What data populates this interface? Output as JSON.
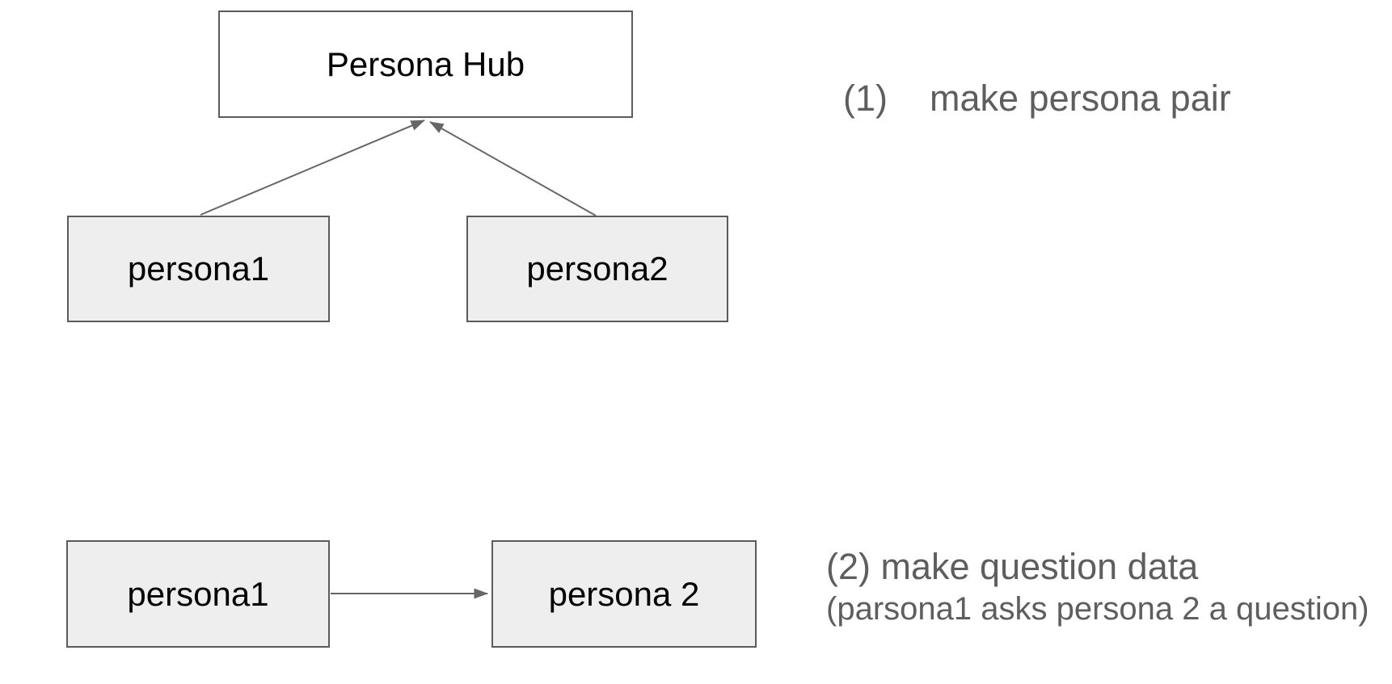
{
  "colors": {
    "background": "#ffffff",
    "node_border": "#5b5b5b",
    "node_fill_white": "#ffffff",
    "node_fill_gray": "#eeeeee",
    "node_label": "#000000",
    "connector": "#666666",
    "annotation_text": "#5e5e5e"
  },
  "nodes": {
    "hub": {
      "label": "Persona Hub"
    },
    "persona1_top": {
      "label": "persona1"
    },
    "persona2_top": {
      "label": "persona2"
    },
    "persona1_bottom": {
      "label": "persona1"
    },
    "persona2_bottom": {
      "label": "persona 2"
    }
  },
  "connectors": [
    {
      "from": "persona1_top",
      "to": "hub",
      "direction": "up"
    },
    {
      "from": "persona2_top",
      "to": "hub",
      "direction": "up"
    },
    {
      "from": "persona1_bottom",
      "to": "persona2_bottom",
      "direction": "right"
    }
  ],
  "annotations": {
    "step1": {
      "number": "(1)",
      "text": "make persona pair"
    },
    "step2": {
      "line1": "(2) make question data",
      "line2": "(parsona1 asks persona 2 a question)"
    }
  }
}
